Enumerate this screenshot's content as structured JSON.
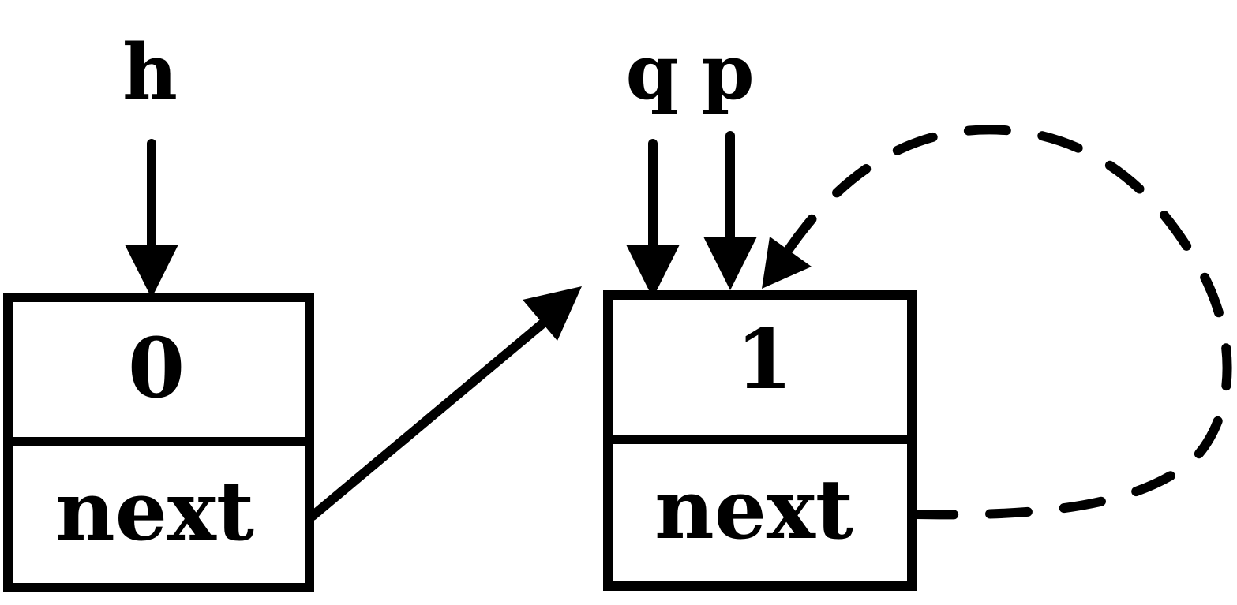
{
  "nodes": [
    {
      "id": "node0",
      "value": "0",
      "field": "next"
    },
    {
      "id": "node1",
      "value": "1",
      "field": "next"
    }
  ],
  "pointers": [
    {
      "name": "h",
      "target": "node0"
    },
    {
      "name": "q",
      "target": "node1"
    },
    {
      "name": "p",
      "target": "node1"
    }
  ],
  "links": [
    {
      "from": "node0.next",
      "to": "node1",
      "style": "solid"
    },
    {
      "from": "node1.next",
      "to": "node1",
      "style": "dashed"
    }
  ],
  "colors": {
    "stroke": "#000000",
    "background": "#ffffff"
  }
}
